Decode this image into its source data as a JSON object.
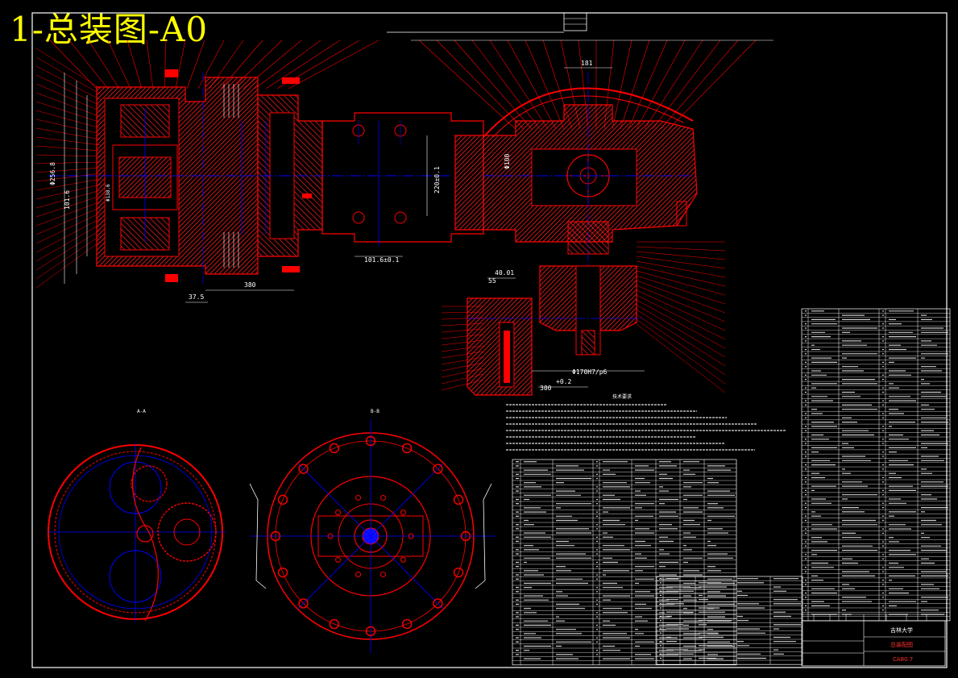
{
  "title": "1-总装图-A0",
  "dimensions": {
    "left_height": "101.6",
    "left_dia": "Φ256.8",
    "left_mid": "Φ138.6",
    "hub_width": "380",
    "bottom_offset": "37.5",
    "shaft_len": "101.6±0.1",
    "shaft_dia": "Φ100",
    "mid_height": "220±0.1",
    "diff_top": "181",
    "pinion_a": "40.01",
    "pinion_b": "55",
    "bottom_len": "300",
    "bottom_tol": "+0.2",
    "bottom_dia": "Φ170H7/p6"
  },
  "view_labels": {
    "left_view": "A-A",
    "right_view": "B-B"
  },
  "tech_requirements_label": "技术要求",
  "title_block": {
    "school": "吉林大学",
    "drawing_name": "总装配图",
    "code": "CA80.7",
    "headers": [
      "序号",
      "代号",
      "名称",
      "数量",
      "材料",
      "备注"
    ]
  },
  "colors": {
    "background": "#000000",
    "outline": "#ff0000",
    "center_line": "#0000ff",
    "hatch": "#ff2020",
    "dimension": "#ffffff",
    "title": "#ffff00"
  }
}
